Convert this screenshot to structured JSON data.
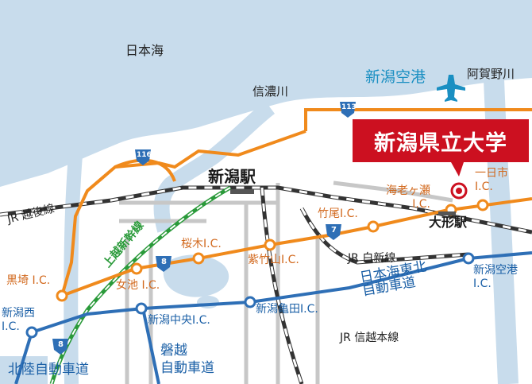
{
  "map": {
    "university": "新潟県立大学",
    "sea": "日本海",
    "rivers": {
      "shinano": "信濃川",
      "agano": "阿賀野川"
    },
    "airport": "新潟空港",
    "stations": {
      "niigata": "新潟駅",
      "ogata": "大形駅"
    },
    "railways": {
      "etsugo": "JR 越後線",
      "hakushin": "JR 白新線",
      "shinetsu": "JR 信越本線",
      "joetsu_shinkansen": "上越新幹線"
    },
    "highways": {
      "nihonkai_tohoku": "日本海東北\n自動車道",
      "hokuriku": "北陸自動車道",
      "banetsu": "磐越\n自動車道"
    },
    "interchanges": {
      "ebigase": "海老ヶ瀬\nI.C.",
      "ichinoichi": "一日市\nI.C.",
      "takeo": "竹尾I.C.",
      "sakuragi": "桜木I.C.",
      "shitakeyama": "紫竹山I.C.",
      "kurosaki": "黒埼 I.C.",
      "meike": "女池 I.C.",
      "niigata_nishi": "新潟西\nI.C.",
      "niigata_chuo": "新潟中央I.C.",
      "niigata_kameda": "新潟亀田I.C.",
      "niigata_kuko": "新潟空港\nI.C."
    },
    "route_numbers": [
      "113",
      "116",
      "7",
      "8",
      "8"
    ],
    "colors": {
      "water": "#c8dcec",
      "land": "#ffffff",
      "orange_road": "#f08a1c",
      "blue_expressway": "#2e6fb6",
      "university_red": "#cc1020",
      "shinkansen": "#2a9a3a"
    }
  }
}
